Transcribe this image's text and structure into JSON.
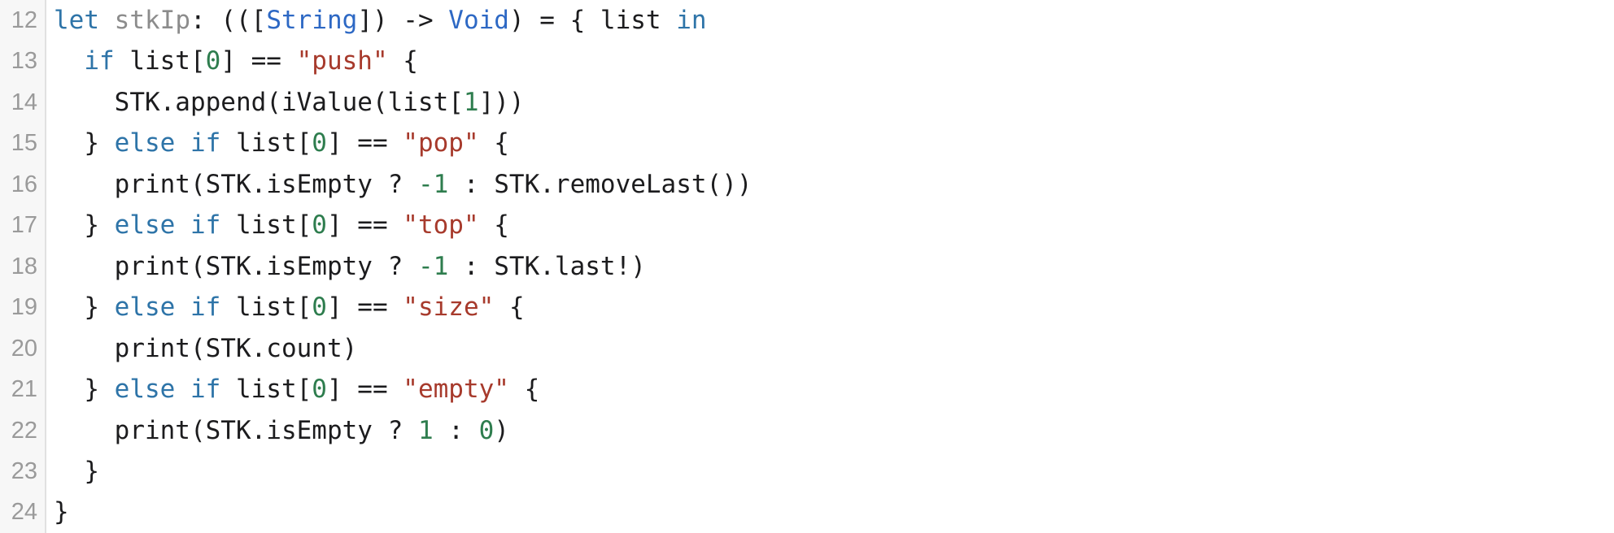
{
  "editor": {
    "background": "#ffffff",
    "gutter_background": "#f7f7f7",
    "gutter_border": "#e1e1e1",
    "token_colors": {
      "plain": "#1c1c1e",
      "keyword": "#2e74a8",
      "type": "#2d68c4",
      "declaration": "#8c8c8c",
      "string": "#a73a2c",
      "number": "#2e7d4e",
      "line_number": "#9a9a9a"
    },
    "lines": [
      {
        "number": "12",
        "tokens": [
          {
            "t": "keyword",
            "v": "let"
          },
          {
            "t": "plain",
            "v": " "
          },
          {
            "t": "declaration",
            "v": "stkIp"
          },
          {
            "t": "plain",
            "v": ": ((["
          },
          {
            "t": "type",
            "v": "String"
          },
          {
            "t": "plain",
            "v": "]) -> "
          },
          {
            "t": "type",
            "v": "Void"
          },
          {
            "t": "plain",
            "v": ") = { list "
          },
          {
            "t": "keyword",
            "v": "in"
          }
        ]
      },
      {
        "number": "13",
        "tokens": [
          {
            "t": "plain",
            "v": "  "
          },
          {
            "t": "keyword",
            "v": "if"
          },
          {
            "t": "plain",
            "v": " list["
          },
          {
            "t": "number",
            "v": "0"
          },
          {
            "t": "plain",
            "v": "] == "
          },
          {
            "t": "string",
            "v": "\"push\""
          },
          {
            "t": "plain",
            "v": " {"
          }
        ]
      },
      {
        "number": "14",
        "tokens": [
          {
            "t": "plain",
            "v": "    STK.append(iValue(list["
          },
          {
            "t": "number",
            "v": "1"
          },
          {
            "t": "plain",
            "v": "]))"
          }
        ]
      },
      {
        "number": "15",
        "tokens": [
          {
            "t": "plain",
            "v": "  } "
          },
          {
            "t": "keyword",
            "v": "else"
          },
          {
            "t": "plain",
            "v": " "
          },
          {
            "t": "keyword",
            "v": "if"
          },
          {
            "t": "plain",
            "v": " list["
          },
          {
            "t": "number",
            "v": "0"
          },
          {
            "t": "plain",
            "v": "] == "
          },
          {
            "t": "string",
            "v": "\"pop\""
          },
          {
            "t": "plain",
            "v": " {"
          }
        ]
      },
      {
        "number": "16",
        "tokens": [
          {
            "t": "plain",
            "v": "    print(STK.isEmpty ? "
          },
          {
            "t": "number",
            "v": "-1"
          },
          {
            "t": "plain",
            "v": " : STK.removeLast())"
          }
        ]
      },
      {
        "number": "17",
        "tokens": [
          {
            "t": "plain",
            "v": "  } "
          },
          {
            "t": "keyword",
            "v": "else"
          },
          {
            "t": "plain",
            "v": " "
          },
          {
            "t": "keyword",
            "v": "if"
          },
          {
            "t": "plain",
            "v": " list["
          },
          {
            "t": "number",
            "v": "0"
          },
          {
            "t": "plain",
            "v": "] == "
          },
          {
            "t": "string",
            "v": "\"top\""
          },
          {
            "t": "plain",
            "v": " {"
          }
        ]
      },
      {
        "number": "18",
        "tokens": [
          {
            "t": "plain",
            "v": "    print(STK.isEmpty ? "
          },
          {
            "t": "number",
            "v": "-1"
          },
          {
            "t": "plain",
            "v": " : STK.last!)"
          }
        ]
      },
      {
        "number": "19",
        "tokens": [
          {
            "t": "plain",
            "v": "  } "
          },
          {
            "t": "keyword",
            "v": "else"
          },
          {
            "t": "plain",
            "v": " "
          },
          {
            "t": "keyword",
            "v": "if"
          },
          {
            "t": "plain",
            "v": " list["
          },
          {
            "t": "number",
            "v": "0"
          },
          {
            "t": "plain",
            "v": "] == "
          },
          {
            "t": "string",
            "v": "\"size\""
          },
          {
            "t": "plain",
            "v": " {"
          }
        ]
      },
      {
        "number": "20",
        "tokens": [
          {
            "t": "plain",
            "v": "    print(STK.count)"
          }
        ]
      },
      {
        "number": "21",
        "tokens": [
          {
            "t": "plain",
            "v": "  } "
          },
          {
            "t": "keyword",
            "v": "else"
          },
          {
            "t": "plain",
            "v": " "
          },
          {
            "t": "keyword",
            "v": "if"
          },
          {
            "t": "plain",
            "v": " list["
          },
          {
            "t": "number",
            "v": "0"
          },
          {
            "t": "plain",
            "v": "] == "
          },
          {
            "t": "string",
            "v": "\"empty\""
          },
          {
            "t": "plain",
            "v": " {"
          }
        ]
      },
      {
        "number": "22",
        "tokens": [
          {
            "t": "plain",
            "v": "    print(STK.isEmpty ? "
          },
          {
            "t": "number",
            "v": "1"
          },
          {
            "t": "plain",
            "v": " : "
          },
          {
            "t": "number",
            "v": "0"
          },
          {
            "t": "plain",
            "v": ")"
          }
        ]
      },
      {
        "number": "23",
        "tokens": [
          {
            "t": "plain",
            "v": "  }"
          }
        ]
      },
      {
        "number": "24",
        "tokens": [
          {
            "t": "plain",
            "v": "}"
          }
        ]
      }
    ]
  }
}
